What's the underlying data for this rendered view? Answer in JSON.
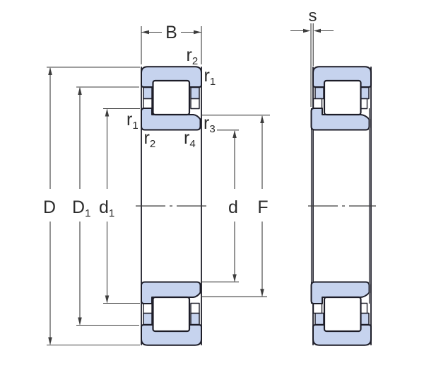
{
  "labels": {
    "B": {
      "main": "B"
    },
    "D": {
      "main": "D"
    },
    "D1": {
      "main": "D",
      "sub": "1"
    },
    "d1": {
      "main": "d",
      "sub": "1"
    },
    "d": {
      "main": "d"
    },
    "F": {
      "main": "F"
    },
    "s": {
      "main": "s"
    },
    "r2_top": {
      "main": "r",
      "sub": "2"
    },
    "r1_top": {
      "main": "r",
      "sub": "1"
    },
    "r1_inner": {
      "main": "r",
      "sub": "1"
    },
    "r2_inner": {
      "main": "r",
      "sub": "2"
    },
    "r3": {
      "main": "r",
      "sub": "3"
    },
    "r4": {
      "main": "r",
      "sub": "4"
    }
  },
  "colors": {
    "ring_fill": "#c6d3ee",
    "outline": "#1d1d28",
    "dimension_lines": "#3d3d3d",
    "label_text": "#2b2b2b",
    "background": "#ffffff"
  }
}
